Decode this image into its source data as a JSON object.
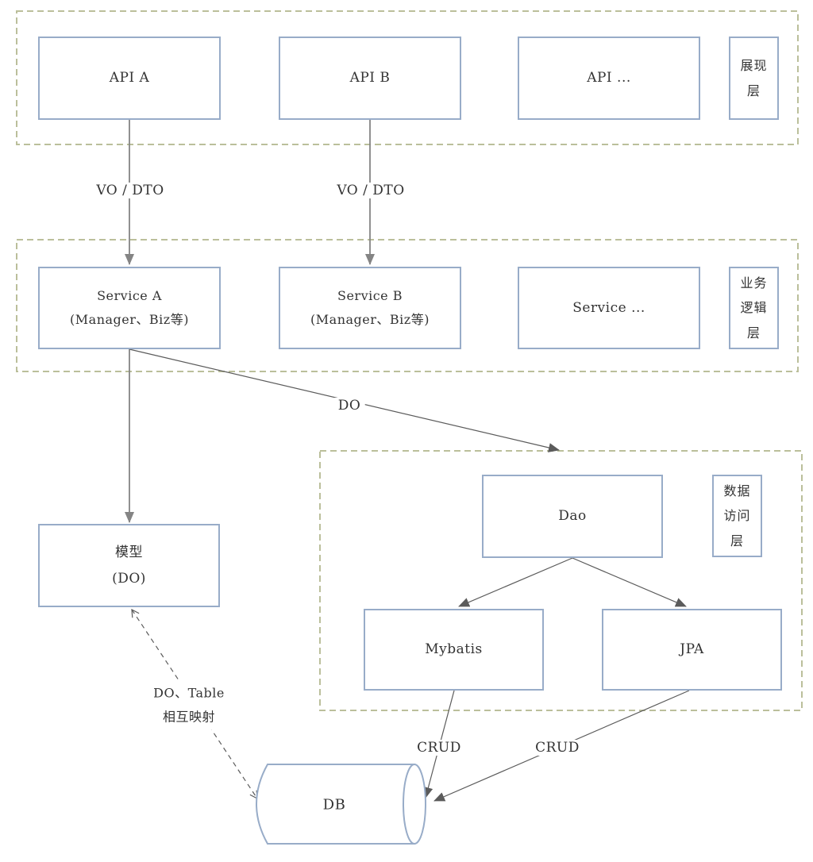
{
  "boxes": {
    "api_a": "API A",
    "api_b": "API B",
    "api_more": "API ...",
    "service_a_line1": "Service A",
    "service_a_line2": "(Manager、Biz等)",
    "service_b_line1": "Service B",
    "service_b_line2": "(Manager、Biz等)",
    "service_more": "Service ...",
    "dao": "Dao",
    "mybatis": "Mybatis",
    "jpa": "JPA",
    "model_line1": "模型",
    "model_line2": "(DO)",
    "db": "DB"
  },
  "layer_labels": {
    "presentation": [
      "展现",
      "层"
    ],
    "business": [
      "业务",
      "逻辑",
      "层"
    ],
    "data_access": [
      "数据",
      "访问",
      "层"
    ]
  },
  "edge_labels": {
    "vo_dto_1": "VO / DTO",
    "vo_dto_2": "VO / DTO",
    "do": "DO",
    "crud_1": "CRUD",
    "crud_2": "CRUD",
    "mapping_line1": "DO、Table",
    "mapping_line2": "相互映射"
  },
  "colors": {
    "box_border": "#98acc8",
    "container_border": "#bbbf9b",
    "arrow_gray": "#848484",
    "line_dark": "#5b5b5b",
    "text": "#333333"
  }
}
